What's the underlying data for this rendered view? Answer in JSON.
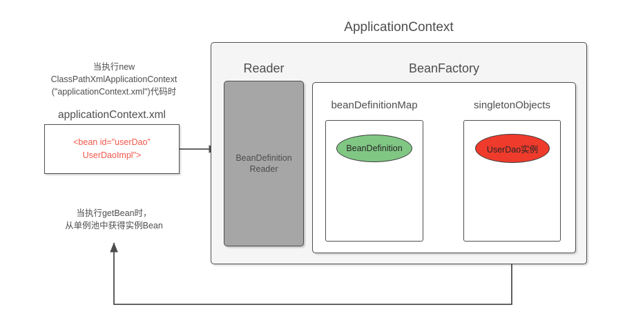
{
  "diagram": {
    "title": "Spring ApplicationContext Bean Loading Flow",
    "colors": {
      "panel_bg": "#f5f5f5",
      "reader_fill": "#a6a6a6",
      "bean_definition_fill": "#81c784",
      "userdao_fill": "#ef3b2c",
      "code_text": "#f0564a",
      "stroke": "#4d4d4d",
      "text": "#4d4d4d"
    }
  },
  "left": {
    "new_context_note": [
      "当执行new",
      "ClassPathXmlApplicationContext",
      "(\"applicationContext.xml\")代码时"
    ],
    "xml_file_title": "applicationContext.xml",
    "xml_code": [
      "<bean id=\"userDao\"",
      "UserDaoImpl\">"
    ],
    "getbean_note": [
      "当执行getBean时，",
      "从单例池中获得实例Bean"
    ]
  },
  "application_context": {
    "title": "ApplicationContext",
    "reader": {
      "title": "Reader",
      "box_label": [
        "BeanDefinition",
        "Reader"
      ]
    },
    "bean_factory": {
      "title": "BeanFactory",
      "bean_definition_map": {
        "title": "beanDefinitionMap",
        "entry_label": "BeanDefinition"
      },
      "singleton_objects": {
        "title": "singletonObjects",
        "entry_label": "UserDao实例"
      }
    }
  },
  "arrows": [
    {
      "name": "xml-to-reader",
      "from": "applicationContext.xml",
      "to": "BeanDefinitionReader"
    },
    {
      "name": "reader-to-beandefinitionmap",
      "from": "BeanDefinitionReader",
      "to": "beanDefinitionMap"
    },
    {
      "name": "beandefinitionmap-to-singletonobjects",
      "from": "beanDefinitionMap",
      "to": "singletonObjects"
    },
    {
      "name": "singletonobjects-to-getbean",
      "from": "singletonObjects",
      "to": "getBean caller"
    }
  ]
}
